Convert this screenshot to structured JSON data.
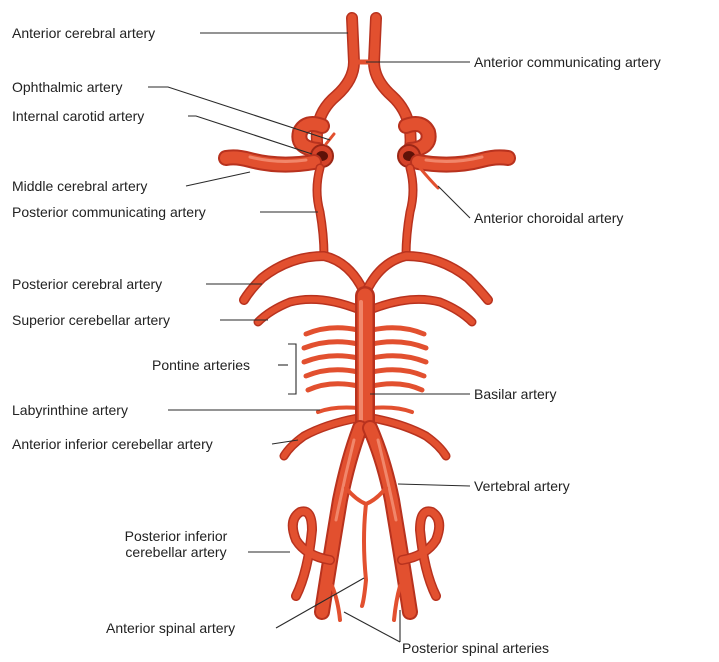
{
  "colors": {
    "artery": "#e2502f",
    "artery_shadow": "#b8321e",
    "artery_highlight": "#f1866a",
    "leader_line": "#2a2a2a",
    "text": "#222222",
    "background": "#ffffff"
  },
  "labels": {
    "anterior_cerebral": "Anterior cerebral artery",
    "anterior_communicating": "Anterior communicating artery",
    "ophthalmic": "Ophthalmic artery",
    "internal_carotid": "Internal carotid artery",
    "middle_cerebral": "Middle cerebral artery",
    "posterior_communicating": "Posterior communicating artery",
    "anterior_choroidal": "Anterior choroidal artery",
    "posterior_cerebral": "Posterior cerebral artery",
    "superior_cerebellar": "Superior cerebellar artery",
    "pontine": "Pontine arteries",
    "basilar": "Basilar artery",
    "labyrinthine": "Labyrinthine artery",
    "anterior_inferior_cerebellar": "Anterior inferior cerebellar artery",
    "vertebral": "Vertebral artery",
    "posterior_inferior_cerebellar": "Posterior inferior cerebellar artery",
    "anterior_spinal": "Anterior spinal artery",
    "posterior_spinal": "Posterior spinal arteries"
  }
}
